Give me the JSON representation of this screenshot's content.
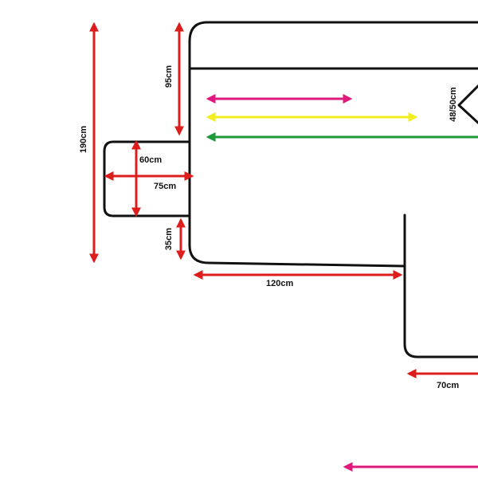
{
  "colors": {
    "outline": "#111111",
    "dimension": "#dd1c1c",
    "magenta": "#e0197d",
    "yellow": "#f2ee1e",
    "green": "#1f9a3a"
  },
  "dimensions": {
    "total_height": "190cm",
    "back_height": "95cm",
    "armrest_gap": "35cm",
    "armrest_depth": "60cm",
    "armrest_width": "75cm",
    "seat_depth": "48/50cm",
    "width_main": "120cm",
    "chaise_width": "70cm"
  },
  "icons": {
    "seat_depth_marker": "chevron-marker"
  }
}
